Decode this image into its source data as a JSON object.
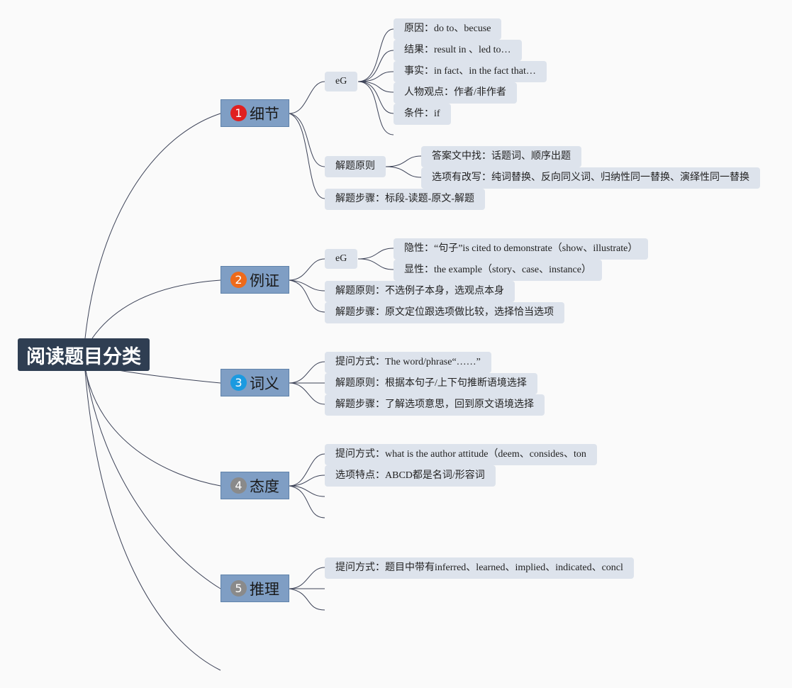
{
  "root": {
    "label": "阅读题目分类"
  },
  "branches": [
    {
      "label": "细节",
      "badge": "1",
      "badge_color": "#e02020",
      "eg": {
        "label": "eG",
        "items": [
          "原因：do to、becuse",
          "结果：result in 、led to…",
          "事实：in fact、in the fact that…",
          "人物观点：作者/非作者",
          "条件：if"
        ]
      },
      "principle": {
        "label": "解题原则",
        "items": [
          "答案文中找：话题词、顺序出题",
          "选项有改写：纯词替换、反向同义词、归纳性同一替换、演绎性同一替换"
        ]
      },
      "steps": "解题步骤：标段-读题-原文-解题"
    },
    {
      "label": "例证",
      "badge": "2",
      "badge_color": "#ee6a1a",
      "eg": {
        "label": "eG",
        "items": [
          "隐性：“句子”is cited to demonstrate（show、illustrate）",
          "显性：the example（story、case、instance）"
        ]
      },
      "principle": "解题原则：不选例子本身，选观点本身",
      "steps": "解题步骤：原文定位跟选项做比较，选择恰当选项"
    },
    {
      "label": "词义",
      "badge": "3",
      "badge_color": "#1b9ae0",
      "items": [
        "提问方式：The word/phrase“……”",
        "解题原则：根据本句子/上下句推断语境选择",
        "解题步骤：了解选项意思，回到原文语境选择"
      ]
    },
    {
      "label": "态度",
      "badge": "4",
      "badge_color": "#8a8a8a",
      "items": [
        "提问方式：what is the author attitude（deem、consides、ton",
        "选项特点：ABCD都是名词/形容词"
      ]
    },
    {
      "label": "推理",
      "badge": "5",
      "badge_color": "#8a8a8a",
      "items": [
        "提问方式：题目中带有inferred、learned、implied、indicated、concl"
      ]
    }
  ],
  "colors": {
    "background": "#fafafa",
    "root": "#2f3e52",
    "branch": "#7f9ec4",
    "leaf": "#dde3ec",
    "connector": "#3c4257"
  }
}
